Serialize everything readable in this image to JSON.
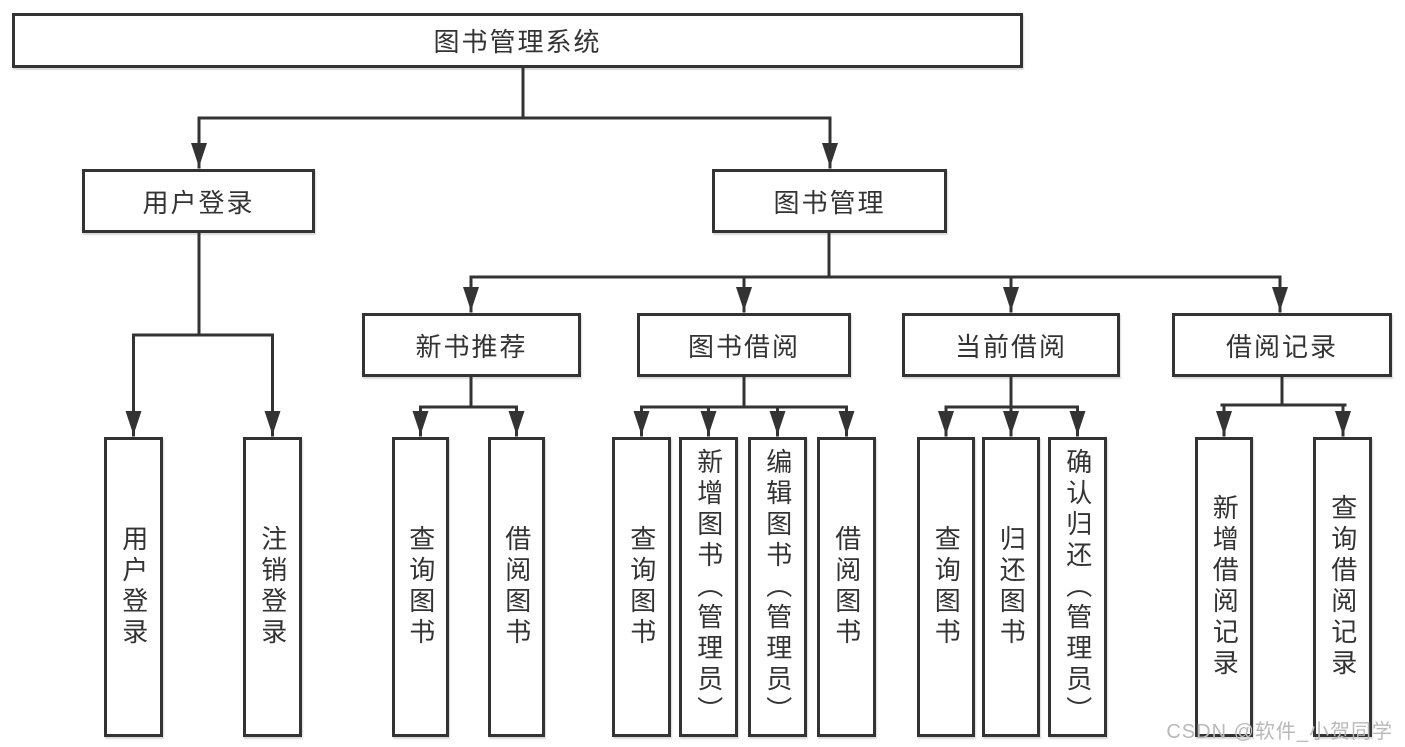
{
  "diagram": {
    "type": "hierarchy-tree",
    "title": "图书管理系统",
    "nodes": {
      "root": {
        "label": "图书管理系统"
      },
      "user_login": {
        "label": "用户登录"
      },
      "book_manage": {
        "label": "图书管理"
      },
      "leaf_user_login": {
        "label": "用户登录"
      },
      "leaf_logout": {
        "label": "注销登录"
      },
      "new_book_rec": {
        "label": "新书推荐"
      },
      "book_borrow": {
        "label": "图书借阅"
      },
      "current_borrow": {
        "label": "当前借阅"
      },
      "borrow_record": {
        "label": "借阅记录"
      },
      "rec_query_book": {
        "label": "查询图书"
      },
      "rec_borrow_book": {
        "label": "借阅图书"
      },
      "bb_query_book": {
        "label": "查询图书"
      },
      "bb_add_book": {
        "label": "新增图书（管理员）"
      },
      "bb_edit_book": {
        "label": "编辑图书（管理员）"
      },
      "bb_borrow_book": {
        "label": "借阅图书"
      },
      "cb_query_book": {
        "label": "查询图书"
      },
      "cb_return_book": {
        "label": "归还图书"
      },
      "cb_confirm_return": {
        "label": "确认归还（管理员）"
      },
      "br_add_record": {
        "label": "新增借阅记录"
      },
      "br_query_record": {
        "label": "查询借阅记录"
      }
    },
    "hierarchy": {
      "图书管理系统": {
        "用户登录": [
          "用户登录",
          "注销登录"
        ],
        "图书管理": {
          "新书推荐": [
            "查询图书",
            "借阅图书"
          ],
          "图书借阅": [
            "查询图书",
            "新增图书（管理员）",
            "编辑图书（管理员）",
            "借阅图书"
          ],
          "当前借阅": [
            "查询图书",
            "归还图书",
            "确认归还（管理员）"
          ],
          "借阅记录": [
            "新增借阅记录",
            "查询借阅记录"
          ]
        }
      }
    },
    "colors": {
      "line": "#333333",
      "box_border": "#333333",
      "box_bg": "#ffffff",
      "text": "#333333",
      "watermark": "#b9b9b9"
    }
  },
  "watermark": {
    "text": "CSDN @软件_小贺同学"
  }
}
